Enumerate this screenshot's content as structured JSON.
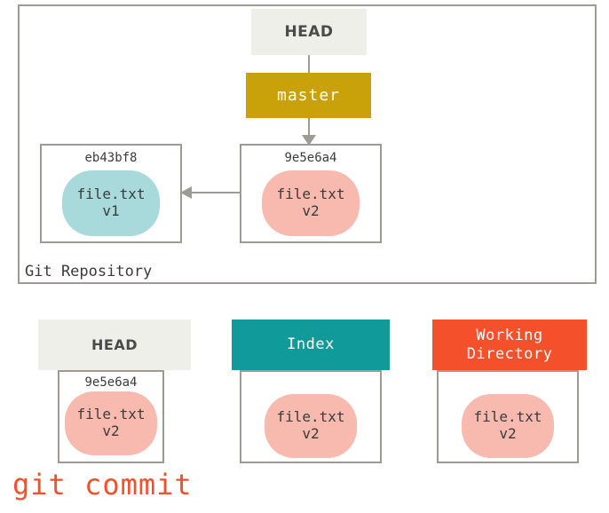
{
  "diagram": {
    "title": "git commit",
    "command_caption": "git commit",
    "colors": {
      "head_box": "#efefe9",
      "branch_master": "#c9a20a",
      "index_teal": "#119a9a",
      "working_orange": "#f4502b",
      "blob_v1_teal": "#a8dadc",
      "blob_v2_pink": "#f8b9af",
      "frame_gray": "#9e9a94",
      "text_dark": "#3b3b3b"
    }
  },
  "repository": {
    "label": "Git Repository",
    "head_pointer": {
      "label": "HEAD"
    },
    "branch": {
      "label": "master"
    },
    "commits": [
      {
        "hash": "eb43bf8",
        "file_name": "file.txt",
        "version": "v1",
        "blob_color": "teal"
      },
      {
        "hash": "9e5e6a4",
        "file_name": "file.txt",
        "version": "v2",
        "blob_color": "pink"
      }
    ]
  },
  "areas": [
    {
      "name": "HEAD",
      "header_style": "head",
      "hash": "9e5e6a4",
      "file_name": "file.txt",
      "version": "v2"
    },
    {
      "name": "Index",
      "header_style": "index",
      "hash": "",
      "file_name": "file.txt",
      "version": "v2"
    },
    {
      "name": "Working\nDirectory",
      "header_line1": "Working",
      "header_line2": "Directory",
      "header_style": "working",
      "hash": "",
      "file_name": "file.txt",
      "version": "v2"
    }
  ]
}
